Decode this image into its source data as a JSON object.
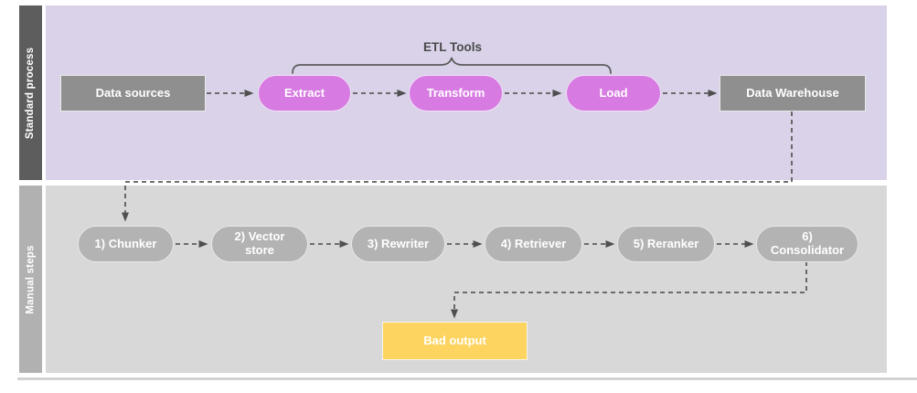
{
  "lanes": [
    {
      "label": "Standard process"
    },
    {
      "label": "Manual steps"
    }
  ],
  "group": {
    "label": "ETL Tools"
  },
  "nodes": {
    "data_sources": "Data sources",
    "extract": "Extract",
    "transform": "Transform",
    "load": "Load",
    "data_warehouse": "Data Warehouse",
    "chunker": "1) Chunker",
    "vector_store": "2) Vector store",
    "rewriter": "3) Rewriter",
    "retriever": "4) Retriever",
    "reranker": "5) Reranker",
    "consolidator": "6) Consolidator",
    "bad_output": "Bad output"
  },
  "colors": {
    "lane_standard_strip": "#5d5d5d",
    "lane_standard_bg": "#d9d2e9",
    "lane_manual_strip": "#b1b1b1",
    "lane_manual_bg": "#d8d8d8",
    "etl_pill": "#d77be2",
    "gray_box": "#8f8f8f",
    "manual_pill": "#b3b3b3",
    "bad_output_box": "#fcd45f",
    "connector": "#5c5c5c",
    "node_text": "#ffffff",
    "group_label_text": "#4a4a4a"
  }
}
